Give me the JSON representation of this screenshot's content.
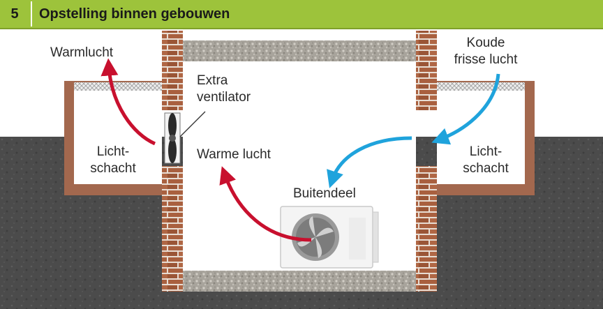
{
  "header": {
    "number": "5",
    "title": "Opstelling binnen gebouwen"
  },
  "labels": {
    "warm_air_out": "Warmlucht",
    "fan_line1": "Extra",
    "fan_line2": "ventilator",
    "shaft_left_line1": "Licht-",
    "shaft_left_line2": "schacht",
    "warm_air": "Warme lucht",
    "cold_line1": "Koude",
    "cold_line2": "frisse lucht",
    "shaft_right_line1": "Licht-",
    "shaft_right_line2": "schacht",
    "outdoor_unit": "Buitendeel"
  },
  "colors": {
    "header_green": "#9dc33b",
    "warm_arrow": "#c8102e",
    "cold_arrow": "#1fa3dc",
    "brick": "#a0583a",
    "ground": "#4d4d4d"
  }
}
